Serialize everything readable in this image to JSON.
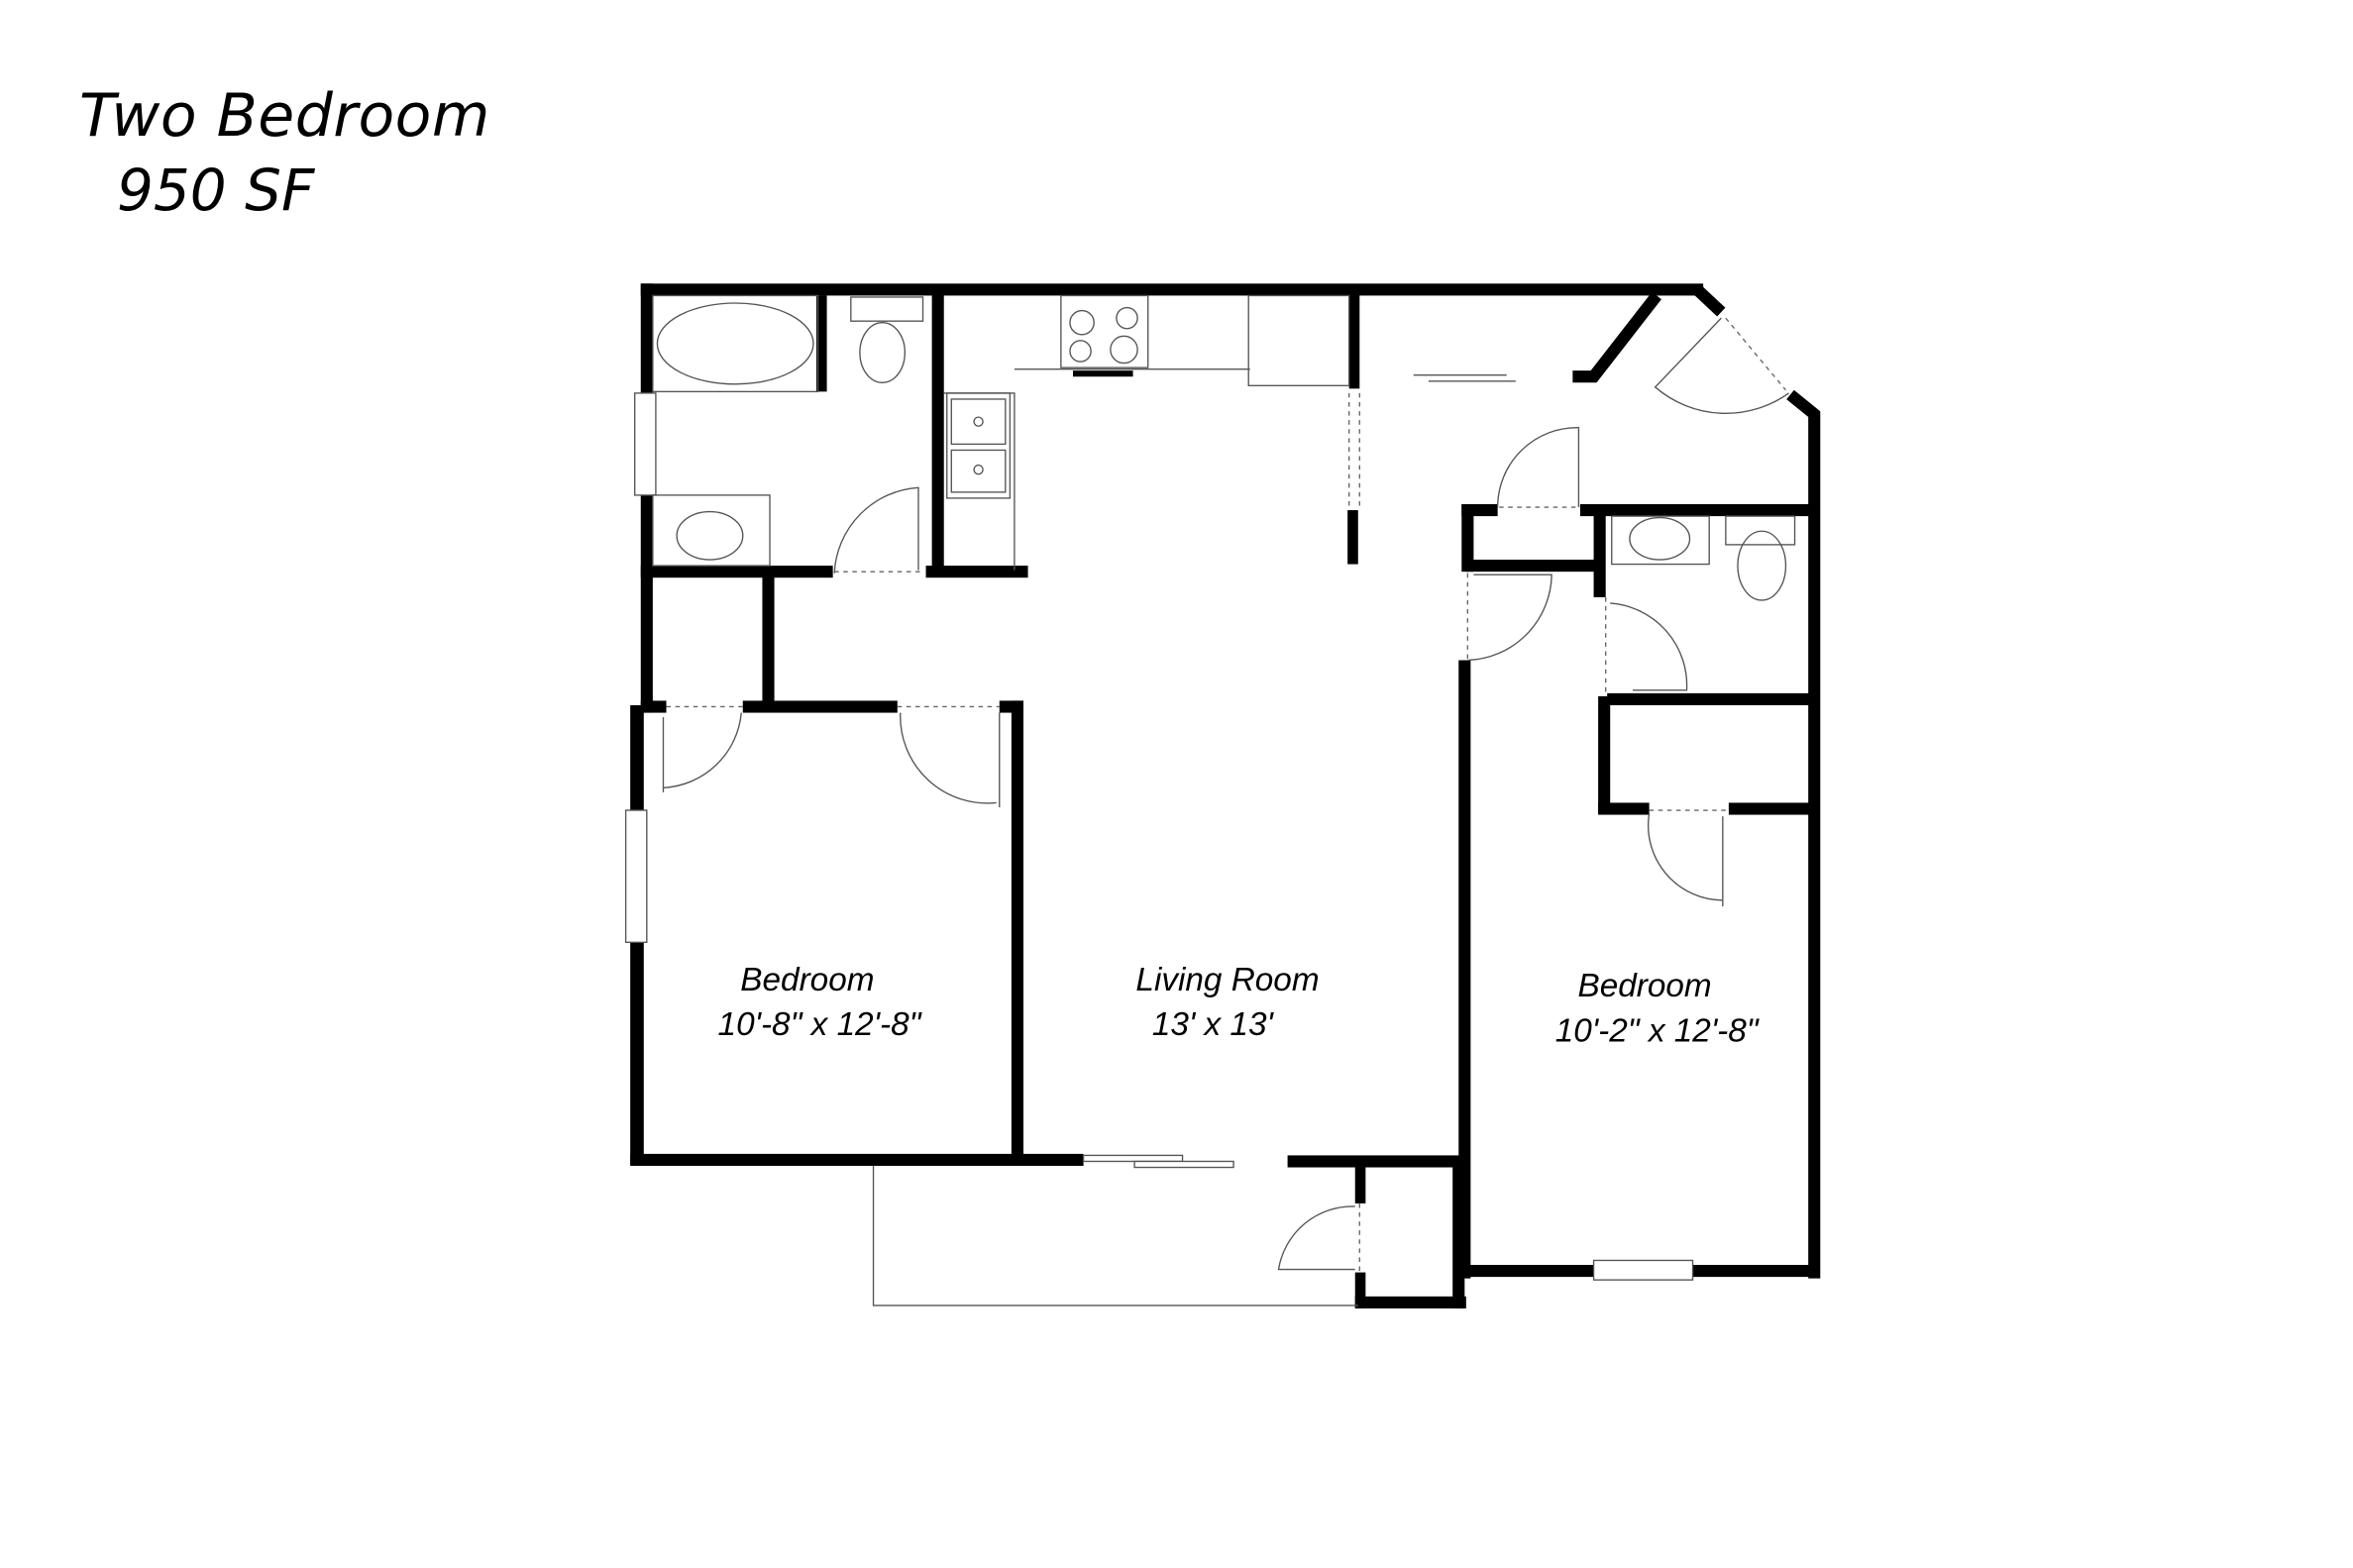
{
  "header": {
    "unit_type": "Two Bedroom",
    "area": "950 SF"
  },
  "rooms": [
    {
      "name": "Bedroom",
      "dimensions": "10'-8\" x 12'-8\""
    },
    {
      "name": "Living Room",
      "dimensions": "13' x 13'"
    },
    {
      "name": "Bedroom",
      "dimensions": "10'-2\" x 12'-8\""
    }
  ],
  "colors": {
    "background": "#ffffff",
    "walls": "#000000",
    "fixtures": "#555555"
  }
}
